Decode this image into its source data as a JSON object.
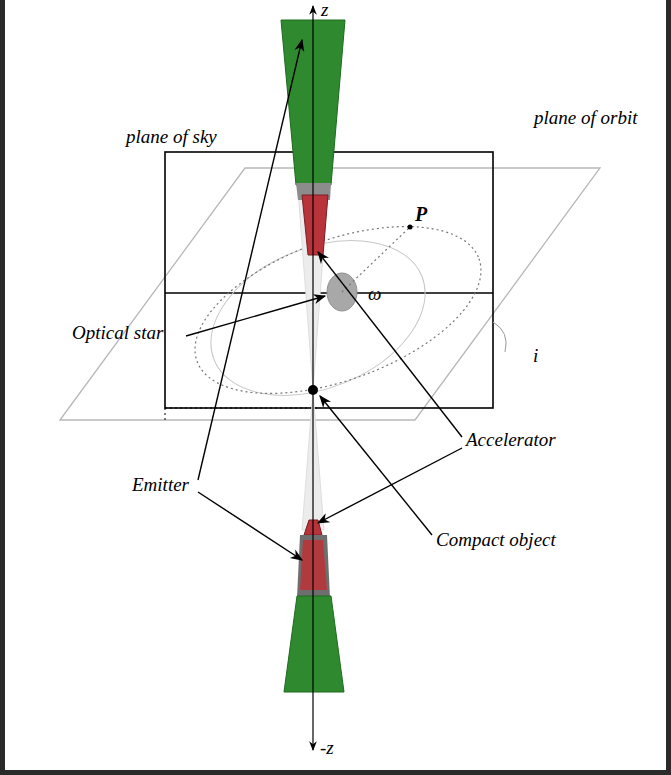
{
  "diagram": {
    "labels": [
      "z",
      "plane of sky",
      "plane of orbit",
      "P",
      "i",
      "ω",
      "Optical star",
      "Accelerator",
      "Emitter",
      "Compact object",
      "-z"
    ]
  }
}
